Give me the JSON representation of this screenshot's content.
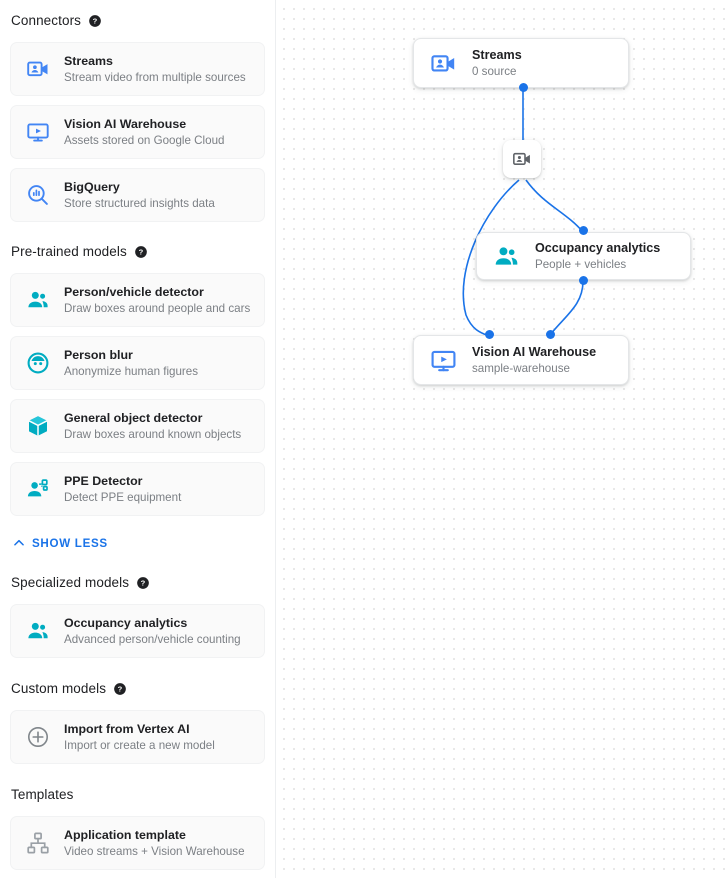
{
  "sidebar": {
    "sections": [
      {
        "title": "Connectors",
        "help": "help-icon",
        "items": [
          {
            "icon": "video-camera-icon",
            "title": "Streams",
            "subtitle": "Stream video from multiple sources"
          },
          {
            "icon": "monitor-play-icon",
            "title": "Vision AI Warehouse",
            "subtitle": "Assets stored on Google Cloud"
          },
          {
            "icon": "bigquery-icon",
            "title": "BigQuery",
            "subtitle": "Store structured insights data"
          }
        ]
      },
      {
        "title": "Pre-trained models",
        "help": "help-icon",
        "items": [
          {
            "icon": "people-icon",
            "title": "Person/vehicle detector",
            "subtitle": "Draw boxes around people and cars"
          },
          {
            "icon": "face-blur-icon",
            "title": "Person blur",
            "subtitle": "Anonymize human figures"
          },
          {
            "icon": "cube-icon",
            "title": "General object detector",
            "subtitle": "Draw boxes around known objects"
          },
          {
            "icon": "ppe-person-icon",
            "title": "PPE Detector",
            "subtitle": "Detect PPE equipment"
          }
        ]
      },
      {
        "title": "Specialized models",
        "help": "help-icon",
        "items": [
          {
            "icon": "people-icon",
            "title": "Occupancy analytics",
            "subtitle": "Advanced person/vehicle counting"
          }
        ]
      },
      {
        "title": "Custom models",
        "help": "help-icon",
        "items": [
          {
            "icon": "plus-circle-icon",
            "title": "Import from Vertex AI",
            "subtitle": "Import or create a new model"
          }
        ]
      },
      {
        "title": "Templates",
        "help": null,
        "items": [
          {
            "icon": "hierarchy-icon",
            "title": "Application template",
            "subtitle": "Video streams + Vision Warehouse"
          }
        ]
      }
    ],
    "show_less": {
      "label": "SHOW LESS",
      "icon": "chevron-up-icon"
    }
  },
  "graph": {
    "nodes": [
      {
        "id": "streams",
        "icon": "video-camera-icon",
        "title": "Streams",
        "subtitle": "0 source"
      },
      {
        "id": "occupancy",
        "icon": "people-icon",
        "title": "Occupancy analytics",
        "subtitle": "People + vehicles"
      },
      {
        "id": "warehouse",
        "icon": "monitor-play-icon",
        "title": "Vision AI Warehouse",
        "subtitle": "sample-warehouse"
      }
    ],
    "badge": {
      "id": "stream-badge",
      "icon": "video-camera-icon"
    }
  },
  "colors": {
    "connector_blue": "#4285f4",
    "model_teal": "#00acc1",
    "edge_blue": "#1a73e8",
    "link_blue": "#1a73e8",
    "gray_icon": "#9aa0a6",
    "text_primary": "#202124",
    "text_secondary": "#7b7f84"
  }
}
